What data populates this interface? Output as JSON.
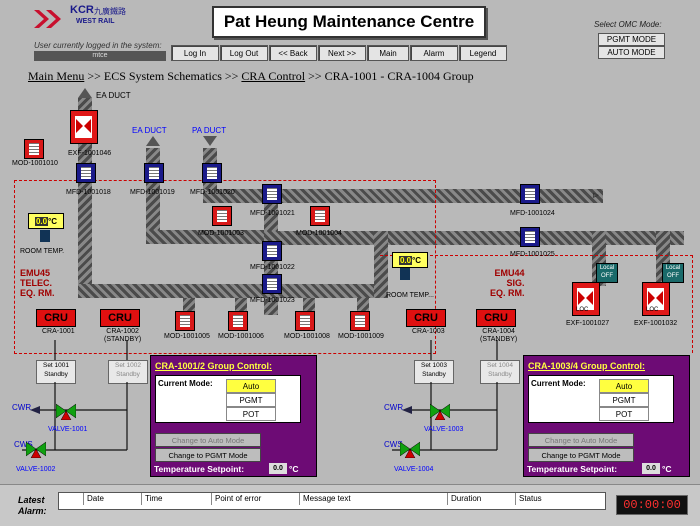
{
  "header": {
    "title": "Pat Heung Maintenance Centre",
    "logo_text": "KCR",
    "logo_chinese": "九廣鐵路",
    "logo_sub": "WEST RAIL",
    "user_label": "User currently logged in the system:",
    "user_value": "mtce",
    "nav": [
      "Log In",
      "Log Out",
      "<< Back",
      "Next >>",
      "Main",
      "Alarm",
      "Legend"
    ],
    "omc_label": "Select OMC Mode:",
    "omc_pgmt": "PGMT MODE",
    "omc_auto": "AUTO MODE"
  },
  "breadcrumb": {
    "main_menu": "Main Menu",
    "sep1": " >> ",
    "ecs": "ECS System Schematics",
    "sep2": " >> ",
    "cra_control": "CRA Control",
    "sep3": " >> ",
    "current": "CRA-1001 - CRA-1004 Group"
  },
  "schematic": {
    "ea_duct_top": "EA DUCT",
    "ea_duct": "EA DUCT",
    "pa_duct": "PA DUCT",
    "mod_1001010": "MOD-1001010",
    "exf_1001046": "EXF-1001046",
    "mfd_1001018": "MFD-1001018",
    "mfd_1001019": "MFD-1001019",
    "mfd_1001020": "MFD-1001020",
    "mfd_1001021": "MFD-1001021",
    "mfd_1001024": "MFD-1001024",
    "mod_1001003": "MOD-1001003",
    "mod_1001004": "MOD-1001004",
    "mfd_1001022": "MFD-1001022",
    "mfd_1001025": "MFD-1001025",
    "mfd_1001023": "MFD-1001023",
    "mod_1001005": "MOD-1001005",
    "mod_1001006": "MOD-1001006",
    "mod_1001008": "MOD-1001008",
    "mod_1001009": "MOD-1001009",
    "exf_1001027": "EXF-1001027",
    "exf_1001032": "EXF-1001032",
    "room_temp_left_value": "0.0",
    "room_temp_right_value": "0.0",
    "room_temp_unit": "°C",
    "room_temp_label": "ROOM TEMP.",
    "room_temp_label_right": "ROOM TEMP...",
    "emu45": "EMU45\nTELEC.\nEQ. RM.",
    "emu44": "EMU44\nSIG.\nEQ. RM.",
    "loc": "LOC",
    "local_off": "Local\nOFF"
  },
  "crus": [
    {
      "label": "CRU",
      "name": "CRA-1001",
      "set": "Set 1001\nStandby"
    },
    {
      "label": "CRU",
      "name": "CRA-1002\n(STANDBY)",
      "set": "Set 1002\nStandby"
    },
    {
      "label": "CRU",
      "name": "CRA-1003",
      "set": "Set 1003\nStandby"
    },
    {
      "label": "CRU",
      "name": "CRA-1004\n(STANDBY)",
      "set": "Set 1004\nStandby"
    }
  ],
  "valves": {
    "cwr": "CWR",
    "cws": "CWS",
    "v1001": "VALVE-1001",
    "v1002": "VALVE-1002",
    "v1003": "VALVE-1003",
    "v1004": "VALVE-1004"
  },
  "panels": [
    {
      "title": "CRA-1001/2 Group Control:",
      "current_mode_label": "Current Mode:",
      "modes": [
        "Auto",
        "PGMT",
        "POT"
      ],
      "btn_auto": "Change to Auto Mode",
      "btn_pgmt": "Change to PGMT Mode",
      "setpoint_label": "Temperature Setpoint:",
      "setpoint_value": "0.0",
      "unit": "°C"
    },
    {
      "title": "CRA-1003/4 Group Control:",
      "current_mode_label": "Current Mode:",
      "modes": [
        "Auto",
        "PGMT",
        "POT"
      ],
      "btn_auto": "Change to Auto Mode",
      "btn_pgmt": "Change to PGMT Mode",
      "setpoint_label": "Temperature Setpoint:",
      "setpoint_value": "0.0",
      "unit": "°C"
    }
  ],
  "alarm_bar": {
    "label": "Latest\nAlarm:",
    "columns": [
      "Date",
      "Time",
      "Point of error",
      "Message text",
      "Duration",
      "Status"
    ],
    "clock": "00:00:00"
  },
  "colors": {
    "background": "#b9b9b9",
    "alarm_red": "#e01010",
    "panel_purple": "#6d0b75",
    "mode_active": "#ffff40"
  }
}
